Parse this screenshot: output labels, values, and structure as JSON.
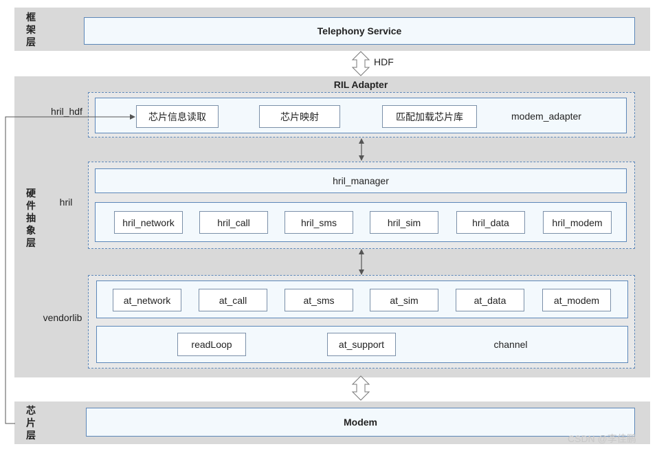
{
  "layers": {
    "framework_label": "框架层",
    "hal_label": "硬件抽象层",
    "chip_label": "芯片层"
  },
  "framework": {
    "telephony_service": "Telephony Service"
  },
  "hdf_label": "HDF",
  "ril_adapter": {
    "title": "RIL Adapter",
    "hril_hdf": {
      "label": "hril_hdf",
      "items": [
        "芯片信息读取",
        "芯片映射",
        "匹配加载芯片库"
      ],
      "modem_adapter": "modem_adapter"
    },
    "hril": {
      "label": "hril",
      "manager": "hril_manager",
      "items": [
        "hril_network",
        "hril_call",
        "hril_sms",
        "hril_sim",
        "hril_data",
        "hril_modem"
      ]
    },
    "vendorlib": {
      "label": "vendorlib",
      "items": [
        "at_network",
        "at_call",
        "at_sms",
        "at_sim",
        "at_data",
        "at_modem"
      ],
      "channel_items": [
        "readLoop",
        "at_support"
      ],
      "channel": "channel"
    }
  },
  "chip": {
    "modem": "Modem"
  },
  "watermark": "CSDN @李佳鹏"
}
